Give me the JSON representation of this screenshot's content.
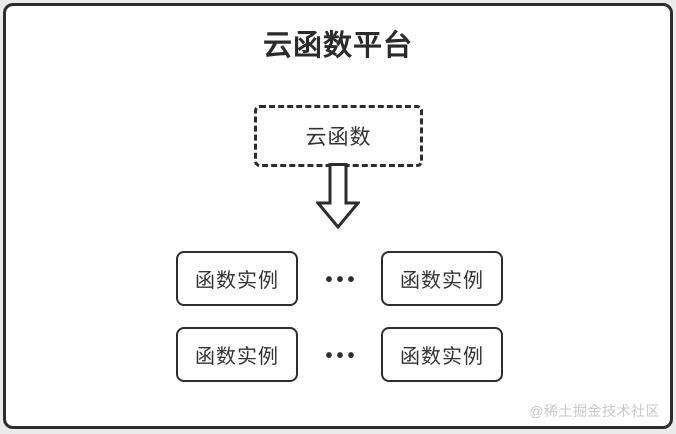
{
  "page": {
    "background_color": "#ebebeb",
    "surface_color": "#ffffff",
    "stroke_color": "#2d2d2d"
  },
  "diagram": {
    "title": "云函数平台",
    "cloud_function": {
      "label": "云函数"
    },
    "arrow": {
      "icon": "down-arrow-icon",
      "direction": "down"
    },
    "instance_rows": [
      {
        "left": "函数实例",
        "ellipsis": "•••",
        "right": "函数实例"
      },
      {
        "left": "函数实例",
        "ellipsis": "•••",
        "right": "函数实例"
      }
    ]
  },
  "watermark": {
    "text": "@稀土掘金技术社区",
    "color": "#c8c8c8"
  }
}
